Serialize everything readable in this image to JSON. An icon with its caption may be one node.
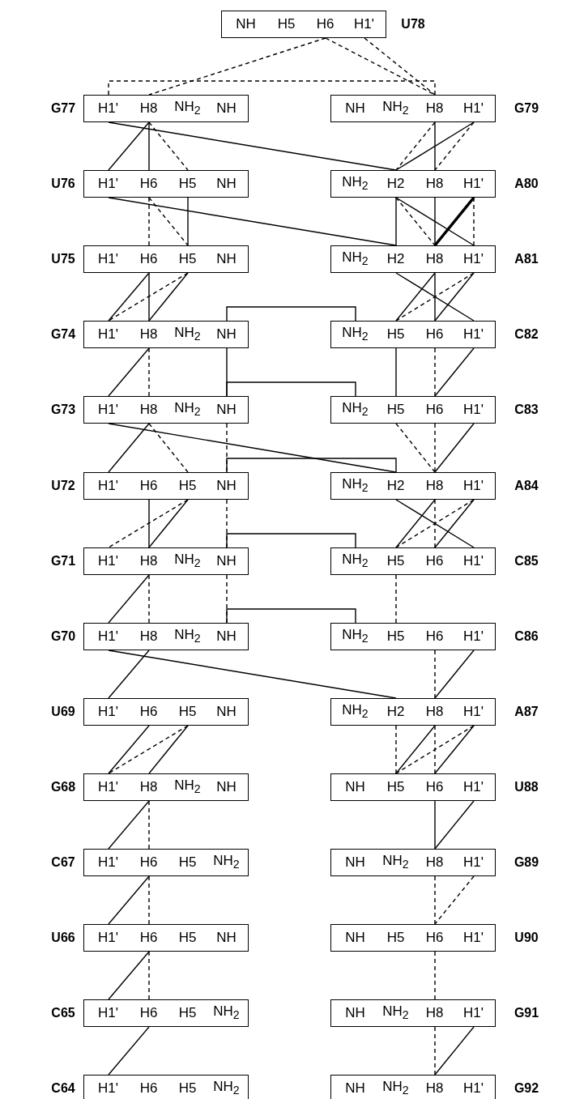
{
  "diagram": {
    "nodes": [
      {
        "text": [],
        "shape": "box",
        "beside": [
          "U78"
        ]
      },
      {
        "text": [
          "NH"
        ],
        "in": 0
      },
      {
        "text": [
          "H5"
        ],
        "in": 0
      },
      {
        "text": [
          "H6"
        ],
        "in": 0
      },
      {
        "text": [
          "H1'"
        ],
        "in": 0
      },
      {
        "text": [],
        "shape": "box",
        "beside": [
          "G77"
        ]
      },
      {
        "text": [
          "H1'"
        ],
        "in": 5
      },
      {
        "text": [
          "H8"
        ],
        "in": 5
      },
      {
        "text": [
          "NH$_{2}$"
        ],
        "in": 5
      },
      {
        "text": [
          "NH"
        ],
        "in": 5
      },
      {
        "text": [],
        "shape": "box",
        "beside": [
          "G79"
        ]
      },
      {
        "text": [
          "NH"
        ],
        "in": 10
      },
      {
        "text": [
          "NH$_{2}$"
        ],
        "in": 10
      },
      {
        "text": [
          "H8"
        ],
        "in": 10
      },
      {
        "text": [
          "H1'"
        ],
        "in": 10
      },
      {
        "text": [],
        "shape": "box",
        "beside": [
          "U76"
        ]
      },
      {
        "text": [
          "H1'"
        ],
        "in": 15
      },
      {
        "text": [
          "H6"
        ],
        "in": 15
      },
      {
        "text": [
          "H5"
        ],
        "in": 15
      },
      {
        "text": [
          "NH"
        ],
        "in": 15
      },
      {
        "text": [],
        "shape": "box",
        "beside": [
          "A80"
        ]
      },
      {
        "text": [
          "NH$_{2}$"
        ],
        "in": 20
      },
      {
        "text": [
          "H2"
        ],
        "in": 20
      },
      {
        "text": [
          "H8"
        ],
        "in": 20
      },
      {
        "text": [
          "H1'"
        ],
        "in": 20
      },
      {
        "text": [],
        "shape": "box",
        "beside": [
          "U75"
        ]
      },
      {
        "text": [
          "H1'"
        ],
        "in": 25
      },
      {
        "text": [
          "H6"
        ],
        "in": 25
      },
      {
        "text": [
          "H5"
        ],
        "in": 25
      },
      {
        "text": [
          "NH"
        ],
        "in": 25
      },
      {
        "text": [],
        "shape": "box",
        "beside": [
          "A81"
        ]
      },
      {
        "text": [
          "NH$_{2}$"
        ],
        "in": 30
      },
      {
        "text": [
          "H2"
        ],
        "in": 30
      },
      {
        "text": [
          "H8"
        ],
        "in": 30
      },
      {
        "text": [
          "H1'"
        ],
        "in": 30
      },
      {
        "text": [],
        "shape": "box",
        "beside": [
          "G74"
        ]
      },
      {
        "text": [
          "H1'"
        ],
        "in": 35
      },
      {
        "text": [
          "H8"
        ],
        "in": 35
      },
      {
        "text": [
          "NH$_{2}$"
        ],
        "in": 35
      },
      {
        "text": [
          "NH"
        ],
        "in": 35
      },
      {
        "text": [],
        "shape": "box",
        "beside": [
          "C82"
        ]
      },
      {
        "text": [
          "NH$_{2}$"
        ],
        "in": 40
      },
      {
        "text": [
          "H5"
        ],
        "in": 40
      },
      {
        "text": [
          "H6"
        ],
        "in": 40
      },
      {
        "text": [
          "H1'"
        ],
        "in": 40
      },
      {
        "text": [],
        "shape": "box",
        "beside": [
          "G73"
        ]
      },
      {
        "text": [
          "H1'"
        ],
        "in": 45
      },
      {
        "text": [
          "H8"
        ],
        "in": 45
      },
      {
        "text": [
          "NH$_{2}$"
        ],
        "in": 45
      },
      {
        "text": [
          "NH"
        ],
        "in": 45
      },
      {
        "text": [],
        "shape": "box",
        "beside": [
          "C83"
        ]
      },
      {
        "text": [
          "NH$_{2}$"
        ],
        "in": 50
      },
      {
        "text": [
          "H5"
        ],
        "in": 50
      },
      {
        "text": [
          "H6"
        ],
        "in": 50
      },
      {
        "text": [
          "H1'"
        ],
        "in": 50
      },
      {
        "text": [],
        "shape": "box",
        "beside": [
          "U72"
        ]
      },
      {
        "text": [
          "H1'"
        ],
        "in": 55
      },
      {
        "text": [
          "H6"
        ],
        "in": 55
      },
      {
        "text": [
          "H5"
        ],
        "in": 55
      },
      {
        "text": [
          "NH"
        ],
        "in": 55
      },
      {
        "text": [],
        "shape": "box",
        "beside": [
          "A84"
        ]
      },
      {
        "text": [
          "NH$_{2}$"
        ],
        "in": 60
      },
      {
        "text": [
          "H2"
        ],
        "in": 60
      },
      {
        "text": [
          "H8"
        ],
        "in": 60
      },
      {
        "text": [
          "H1'"
        ],
        "in": 60
      },
      {
        "text": [],
        "shape": "box",
        "beside": [
          "G71"
        ]
      },
      {
        "text": [
          "H1'"
        ],
        "in": 65
      },
      {
        "text": [
          "H8"
        ],
        "in": 65
      },
      {
        "text": [
          "NH$_{2}$"
        ],
        "in": 65
      },
      {
        "text": [
          "NH"
        ],
        "in": 65
      },
      {
        "text": [],
        "shape": "box",
        "beside": [
          "C85"
        ]
      },
      {
        "text": [
          "NH$_{2}$"
        ],
        "in": 70
      },
      {
        "text": [
          "H5"
        ],
        "in": 70
      },
      {
        "text": [
          "H6"
        ],
        "in": 70
      },
      {
        "text": [
          "H1'"
        ],
        "in": 70
      },
      {
        "text": [],
        "shape": "box",
        "beside": [
          "G70"
        ]
      },
      {
        "text": [
          "H1'"
        ],
        "in": 75
      },
      {
        "text": [
          "H8"
        ],
        "in": 75
      },
      {
        "text": [
          "NH$_{2}$"
        ],
        "in": 75
      },
      {
        "text": [
          "NH"
        ],
        "in": 75
      },
      {
        "text": [],
        "shape": "box",
        "beside": [
          "C86"
        ]
      },
      {
        "text": [
          "NH$_{2}$"
        ],
        "in": 80
      },
      {
        "text": [
          "H5"
        ],
        "in": 80
      },
      {
        "text": [
          "H6"
        ],
        "in": 80
      },
      {
        "text": [
          "H1'"
        ],
        "in": 80
      },
      {
        "text": [],
        "shape": "box",
        "beside": [
          "U69"
        ]
      },
      {
        "text": [
          "H1'"
        ],
        "in": 85
      },
      {
        "text": [
          "H6"
        ],
        "in": 85
      },
      {
        "text": [
          "H5"
        ],
        "in": 85
      },
      {
        "text": [
          "NH"
        ],
        "in": 85
      },
      {
        "text": [],
        "shape": "box",
        "beside": [
          "A87"
        ]
      },
      {
        "text": [
          "NH$_{2}$"
        ],
        "in": 90
      },
      {
        "text": [
          "H2"
        ],
        "in": 90
      },
      {
        "text": [
          "H8"
        ],
        "in": 90
      },
      {
        "text": [
          "H1'"
        ],
        "in": 90
      },
      {
        "text": [],
        "shape": "box",
        "beside": [
          "G68"
        ]
      },
      {
        "text": [
          "H1'"
        ],
        "in": 95
      },
      {
        "text": [
          "H8"
        ],
        "in": 95
      },
      {
        "text": [
          "NH$_{2}$"
        ],
        "in": 95
      },
      {
        "text": [
          "NH"
        ],
        "in": 95
      },
      {
        "text": [],
        "shape": "box",
        "beside": [
          "U88"
        ]
      },
      {
        "text": [
          "NH"
        ],
        "in": 100
      },
      {
        "text": [
          "H5"
        ],
        "in": 100
      },
      {
        "text": [
          "H6"
        ],
        "in": 100
      },
      {
        "text": [
          "H1'"
        ],
        "in": 100
      },
      {
        "text": [],
        "shape": "box",
        "beside": [
          "C67"
        ]
      },
      {
        "text": [
          "H1'"
        ],
        "in": 105
      },
      {
        "text": [
          "H6"
        ],
        "in": 105
      },
      {
        "text": [
          "H5"
        ],
        "in": 105
      },
      {
        "text": [
          "NH$_{2}$"
        ],
        "in": 105
      },
      {
        "text": [],
        "shape": "box",
        "beside": [
          "G89"
        ]
      },
      {
        "text": [
          "NH"
        ],
        "in": 110
      },
      {
        "text": [
          "NH$_{2}$"
        ],
        "in": 110
      },
      {
        "text": [
          "H8"
        ],
        "in": 110
      },
      {
        "text": [
          "H1'"
        ],
        "in": 110
      },
      {
        "text": [],
        "shape": "box",
        "beside": [
          "U66"
        ]
      },
      {
        "text": [
          "H1'"
        ],
        "in": 115
      },
      {
        "text": [
          "H6"
        ],
        "in": 115
      },
      {
        "text": [
          "H5"
        ],
        "in": 115
      },
      {
        "text": [
          "NH"
        ],
        "in": 115
      },
      {
        "text": [],
        "shape": "box",
        "beside": [
          "U90"
        ]
      },
      {
        "text": [
          "NH"
        ],
        "in": 120
      },
      {
        "text": [
          "H5"
        ],
        "in": 120
      },
      {
        "text": [
          "H6"
        ],
        "in": 120
      },
      {
        "text": [
          "H1'"
        ],
        "in": 120
      },
      {
        "text": [],
        "shape": "box",
        "beside": [
          "C65"
        ]
      },
      {
        "text": [
          "H1'"
        ],
        "in": 125
      },
      {
        "text": [
          "H6"
        ],
        "in": 125
      },
      {
        "text": [
          "H5"
        ],
        "in": 125
      },
      {
        "text": [
          "NH$_{2}$"
        ],
        "in": 125
      },
      {
        "text": [],
        "shape": "box",
        "beside": [
          "G91"
        ]
      },
      {
        "text": [
          "NH"
        ],
        "in": 130
      },
      {
        "text": [
          "NH$_{2}$"
        ],
        "in": 130
      },
      {
        "text": [
          "H8"
        ],
        "in": 130
      },
      {
        "text": [
          "H1'"
        ],
        "in": 130
      },
      {
        "text": [],
        "shape": "box",
        "beside": [
          "C64"
        ]
      },
      {
        "text": [
          "H1'"
        ],
        "in": 135
      },
      {
        "text": [
          "H6"
        ],
        "in": 135
      },
      {
        "text": [
          "H5"
        ],
        "in": 135
      },
      {
        "text": [
          "NH$_{2}$"
        ],
        "in": 135
      },
      {
        "text": [],
        "shape": "box",
        "beside": [
          "G92"
        ]
      },
      {
        "text": [
          "NH"
        ],
        "in": 140
      },
      {
        "text": [
          "NH$_{2}$"
        ],
        "in": 140
      },
      {
        "text": [
          "H8"
        ],
        "in": 140
      },
      {
        "text": [
          "H1'"
        ],
        "in": 140
      }
    ],
    "edges": [
      {
        "from": 3,
        "to": 7,
        "arrow": "none",
        "style": "dashed"
      },
      {
        "from": 3,
        "to": 13,
        "arrow": "none",
        "style": "dashed"
      },
      {
        "from": 4,
        "to": 13,
        "arrow": "none",
        "style": "dashed"
      },
      {
        "from": 6,
        "to": 13,
        "arrow": "none",
        "style": "dashed"
      },
      {
        "from": 7,
        "to": 16,
        "arrow": "none"
      },
      {
        "from": 7,
        "to": 17,
        "arrow": "none"
      },
      {
        "from": 7,
        "to": 18,
        "arrow": "none",
        "style": "dashed"
      },
      {
        "from": 6,
        "to": 22,
        "arrow": "none"
      },
      {
        "from": 13,
        "to": 22,
        "arrow": "none",
        "style": "dashed"
      },
      {
        "from": 13,
        "to": 23,
        "arrow": "none"
      },
      {
        "from": 14,
        "to": 22,
        "arrow": "none"
      },
      {
        "from": 14,
        "to": 23,
        "arrow": "none",
        "style": "dashed"
      },
      {
        "from": 17,
        "to": 27,
        "arrow": "none",
        "style": "dashed"
      },
      {
        "from": 17,
        "to": 28,
        "arrow": "none",
        "style": "dashed"
      },
      {
        "from": 18,
        "to": 28,
        "arrow": "none"
      },
      {
        "from": 16,
        "to": 32,
        "arrow": "none"
      },
      {
        "from": 22,
        "to": 32,
        "arrow": "none"
      },
      {
        "from": 22,
        "to": 33,
        "arrow": "none",
        "style": "dashed"
      },
      {
        "from": 22,
        "to": 34,
        "arrow": "none"
      },
      {
        "from": 23,
        "to": 33,
        "arrow": "none"
      },
      {
        "from": 24,
        "to": 33,
        "arrow": "none",
        "style": "thick"
      },
      {
        "from": 24,
        "to": 34,
        "arrow": "none",
        "style": "dashed"
      },
      {
        "from": 27,
        "to": 36,
        "arrow": "none"
      },
      {
        "from": 27,
        "to": 37,
        "arrow": "none"
      },
      {
        "from": 28,
        "to": 36,
        "arrow": "none",
        "style": "dashed"
      },
      {
        "from": 28,
        "to": 37,
        "arrow": "none"
      },
      {
        "from": 32,
        "to": 44,
        "arrow": "none"
      },
      {
        "from": 33,
        "to": 42,
        "arrow": "none"
      },
      {
        "from": 33,
        "to": 43,
        "arrow": "none"
      },
      {
        "from": 34,
        "to": 42,
        "arrow": "none",
        "style": "dashed"
      },
      {
        "from": 34,
        "to": 43,
        "arrow": "none"
      },
      {
        "from": 39,
        "to": 41,
        "arrow": "none"
      },
      {
        "from": 37,
        "to": 46,
        "arrow": "none"
      },
      {
        "from": 37,
        "to": 47,
        "arrow": "none",
        "style": "dashed"
      },
      {
        "from": 39,
        "to": 49,
        "arrow": "none"
      },
      {
        "from": 49,
        "to": 51,
        "arrow": "none"
      },
      {
        "from": 42,
        "to": 52,
        "arrow": "none"
      },
      {
        "from": 43,
        "to": 53,
        "arrow": "none",
        "style": "dashed"
      },
      {
        "from": 44,
        "to": 53,
        "arrow": "none"
      },
      {
        "from": 47,
        "to": 56,
        "arrow": "none"
      },
      {
        "from": 47,
        "to": 58,
        "arrow": "none",
        "style": "dashed"
      },
      {
        "from": 49,
        "to": 59,
        "arrow": "none",
        "style": "dashed"
      },
      {
        "from": 46,
        "to": 62,
        "arrow": "none"
      },
      {
        "from": 59,
        "to": 62,
        "arrow": "none"
      },
      {
        "from": 52,
        "to": 63,
        "arrow": "none",
        "style": "dashed"
      },
      {
        "from": 53,
        "to": 63,
        "arrow": "none",
        "style": "dashed"
      },
      {
        "from": 54,
        "to": 63,
        "arrow": "none"
      },
      {
        "from": 57,
        "to": 67,
        "arrow": "none"
      },
      {
        "from": 58,
        "to": 66,
        "arrow": "none",
        "style": "dashed"
      },
      {
        "from": 58,
        "to": 67,
        "arrow": "none"
      },
      {
        "from": 59,
        "to": 69,
        "arrow": "none",
        "style": "dashed"
      },
      {
        "from": 69,
        "to": 71,
        "arrow": "none"
      },
      {
        "from": 62,
        "to": 74,
        "arrow": "none"
      },
      {
        "from": 63,
        "to": 72,
        "arrow": "none"
      },
      {
        "from": 63,
        "to": 73,
        "arrow": "none",
        "style": "dashed"
      },
      {
        "from": 64,
        "to": 72,
        "arrow": "none",
        "style": "dashed"
      },
      {
        "from": 64,
        "to": 73,
        "arrow": "none"
      },
      {
        "from": 67,
        "to": 76,
        "arrow": "none"
      },
      {
        "from": 67,
        "to": 77,
        "arrow": "none",
        "style": "dashed"
      },
      {
        "from": 69,
        "to": 79,
        "arrow": "none",
        "style": "dashed"
      },
      {
        "from": 79,
        "to": 81,
        "arrow": "none"
      },
      {
        "from": 72,
        "to": 82,
        "arrow": "none",
        "style": "dashed"
      },
      {
        "from": 77,
        "to": 86,
        "arrow": "none"
      },
      {
        "from": 76,
        "to": 92,
        "arrow": "none"
      },
      {
        "from": 83,
        "to": 93,
        "arrow": "none",
        "style": "dashed"
      },
      {
        "from": 84,
        "to": 93,
        "arrow": "none"
      },
      {
        "from": 87,
        "to": 96,
        "arrow": "none"
      },
      {
        "from": 88,
        "to": 96,
        "arrow": "none",
        "style": "dashed"
      },
      {
        "from": 88,
        "to": 97,
        "arrow": "none"
      },
      {
        "from": 92,
        "to": 102,
        "arrow": "none",
        "style": "dashed"
      },
      {
        "from": 93,
        "to": 102,
        "arrow": "none"
      },
      {
        "from": 93,
        "to": 103,
        "arrow": "none",
        "style": "dashed"
      },
      {
        "from": 94,
        "to": 102,
        "arrow": "none",
        "style": "dashed"
      },
      {
        "from": 94,
        "to": 103,
        "arrow": "none"
      },
      {
        "from": 97,
        "to": 106,
        "arrow": "none"
      },
      {
        "from": 97,
        "to": 107,
        "arrow": "none",
        "style": "dashed"
      },
      {
        "from": 103,
        "to": 113,
        "arrow": "none"
      },
      {
        "from": 104,
        "to": 113,
        "arrow": "none"
      },
      {
        "from": 107,
        "to": 116,
        "arrow": "none"
      },
      {
        "from": 107,
        "to": 117,
        "arrow": "none",
        "style": "dashed"
      },
      {
        "from": 113,
        "to": 123,
        "arrow": "none",
        "style": "dashed"
      },
      {
        "from": 114,
        "to": 123,
        "arrow": "none",
        "style": "dashed"
      },
      {
        "from": 117,
        "to": 126,
        "arrow": "none"
      },
      {
        "from": 117,
        "to": 127,
        "arrow": "none",
        "style": "dashed"
      },
      {
        "from": 123,
        "to": 133,
        "arrow": "none",
        "style": "dashed"
      },
      {
        "from": 127,
        "to": 136,
        "arrow": "none"
      },
      {
        "from": 133,
        "to": 143,
        "arrow": "none",
        "style": "dashed"
      },
      {
        "from": 134,
        "to": 143,
        "arrow": "none"
      }
    ]
  }
}
